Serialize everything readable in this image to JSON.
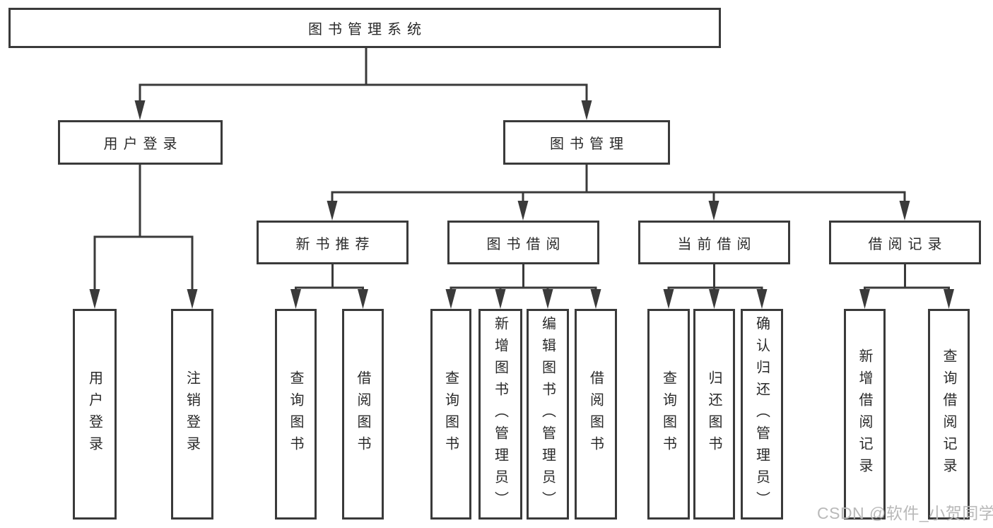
{
  "nodes": {
    "root": "图书管理系统",
    "level2": [
      "用户登录",
      "图书管理"
    ],
    "level3": [
      "新书推荐",
      "图书借阅",
      "当前借阅",
      "借阅记录"
    ],
    "leaves": [
      "用户登录",
      "注销登录",
      "查询图书",
      "借阅图书",
      "查询图书",
      "新增图书（管理员）",
      "编辑图书（管理员）",
      "借阅图书",
      "查询图书",
      "归还图书",
      "确认归还（管理员）",
      "新增借阅记录",
      "查询借阅记录"
    ],
    "watermark": "CSDN @软件_小贺同学"
  },
  "colors": {
    "stroke": "#3a3a3a",
    "text": "#2a2a2a",
    "watermark": "#b9b9b9",
    "background": "#ffffff"
  }
}
